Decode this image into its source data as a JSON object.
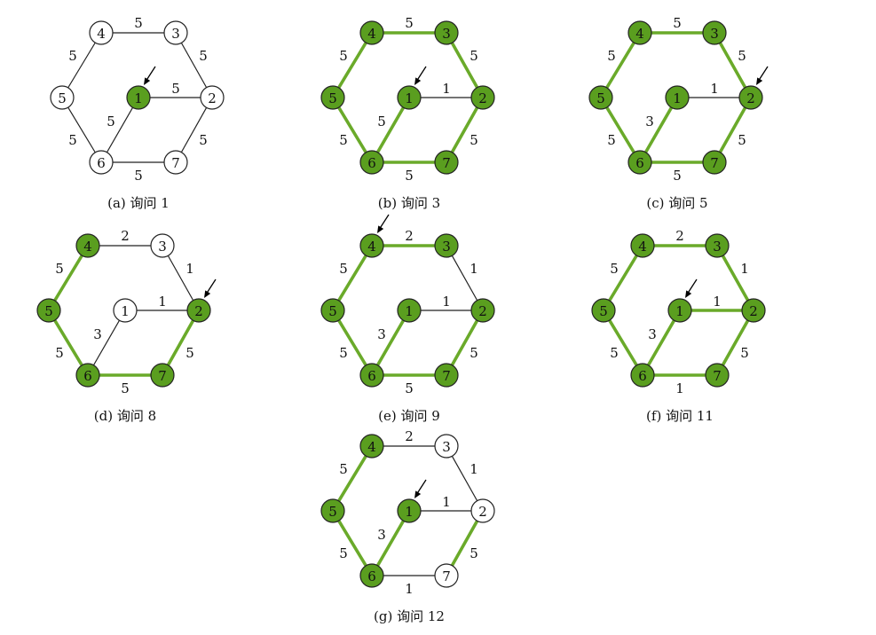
{
  "colors": {
    "green": "#5a9e1f",
    "edge_green": "#6aaa2a",
    "edge_black": "#222222",
    "node_stroke": "#222222",
    "white": "#ffffff"
  },
  "panels": [
    {
      "caption": "(a) 询问 1",
      "node_labels": [
        "1",
        "2",
        "3",
        "4",
        "5",
        "6",
        "7"
      ],
      "green_nodes": [
        "1"
      ],
      "arrow_node": "1",
      "edges": [
        {
          "id": "4-3",
          "weight": "5",
          "hl": false
        },
        {
          "id": "3-2",
          "weight": "5",
          "hl": false
        },
        {
          "id": "4-5",
          "weight": "5",
          "hl": false
        },
        {
          "id": "1-2",
          "weight": "5",
          "hl": false
        },
        {
          "id": "5-6",
          "weight": "5",
          "hl": false
        },
        {
          "id": "6-1",
          "weight": "5",
          "hl": false
        },
        {
          "id": "2-7",
          "weight": "5",
          "hl": false
        },
        {
          "id": "6-7",
          "weight": "5",
          "hl": false
        }
      ]
    },
    {
      "caption": "(b) 询问 3",
      "node_labels": [
        "1",
        "2",
        "3",
        "4",
        "5",
        "6",
        "7"
      ],
      "green_nodes": [
        "1",
        "2",
        "3",
        "4",
        "5",
        "6",
        "7"
      ],
      "arrow_node": "1",
      "edges": [
        {
          "id": "4-3",
          "weight": "5",
          "hl": true
        },
        {
          "id": "3-2",
          "weight": "5",
          "hl": true
        },
        {
          "id": "4-5",
          "weight": "5",
          "hl": true
        },
        {
          "id": "1-2",
          "weight": "1",
          "hl": false
        },
        {
          "id": "5-6",
          "weight": "5",
          "hl": true
        },
        {
          "id": "6-1",
          "weight": "5",
          "hl": true
        },
        {
          "id": "2-7",
          "weight": "5",
          "hl": true
        },
        {
          "id": "6-7",
          "weight": "5",
          "hl": true
        }
      ]
    },
    {
      "caption": "(c) 询问 5",
      "node_labels": [
        "1",
        "2",
        "3",
        "4",
        "5",
        "6",
        "7"
      ],
      "green_nodes": [
        "1",
        "2",
        "3",
        "4",
        "5",
        "6",
        "7"
      ],
      "arrow_node": "2",
      "edges": [
        {
          "id": "4-3",
          "weight": "5",
          "hl": true
        },
        {
          "id": "3-2",
          "weight": "5",
          "hl": true
        },
        {
          "id": "4-5",
          "weight": "5",
          "hl": true
        },
        {
          "id": "1-2",
          "weight": "1",
          "hl": false
        },
        {
          "id": "5-6",
          "weight": "5",
          "hl": true
        },
        {
          "id": "6-1",
          "weight": "3",
          "hl": true
        },
        {
          "id": "2-7",
          "weight": "5",
          "hl": true
        },
        {
          "id": "6-7",
          "weight": "5",
          "hl": true
        }
      ]
    },
    {
      "caption": "(d) 询问 8",
      "node_labels": [
        "1",
        "2",
        "3",
        "4",
        "5",
        "6",
        "7"
      ],
      "green_nodes": [
        "2",
        "4",
        "5",
        "6",
        "7"
      ],
      "arrow_node": "2",
      "edges": [
        {
          "id": "4-3",
          "weight": "2",
          "hl": false
        },
        {
          "id": "3-2",
          "weight": "1",
          "hl": false
        },
        {
          "id": "4-5",
          "weight": "5",
          "hl": true
        },
        {
          "id": "1-2",
          "weight": "1",
          "hl": false
        },
        {
          "id": "5-6",
          "weight": "5",
          "hl": true
        },
        {
          "id": "6-1",
          "weight": "3",
          "hl": false
        },
        {
          "id": "2-7",
          "weight": "5",
          "hl": true
        },
        {
          "id": "6-7",
          "weight": "5",
          "hl": true
        }
      ]
    },
    {
      "caption": "(e) 询问 9",
      "node_labels": [
        "1",
        "2",
        "3",
        "4",
        "5",
        "6",
        "7"
      ],
      "green_nodes": [
        "1",
        "2",
        "3",
        "4",
        "5",
        "6",
        "7"
      ],
      "arrow_node": "4",
      "edges": [
        {
          "id": "4-3",
          "weight": "2",
          "hl": true
        },
        {
          "id": "3-2",
          "weight": "1",
          "hl": false
        },
        {
          "id": "4-5",
          "weight": "5",
          "hl": true
        },
        {
          "id": "1-2",
          "weight": "1",
          "hl": false
        },
        {
          "id": "5-6",
          "weight": "5",
          "hl": true
        },
        {
          "id": "6-1",
          "weight": "3",
          "hl": true
        },
        {
          "id": "2-7",
          "weight": "5",
          "hl": true
        },
        {
          "id": "6-7",
          "weight": "5",
          "hl": true
        }
      ]
    },
    {
      "caption": "(f) 询问 11",
      "node_labels": [
        "1",
        "2",
        "3",
        "4",
        "5",
        "6",
        "7"
      ],
      "green_nodes": [
        "1",
        "2",
        "3",
        "4",
        "5",
        "6",
        "7"
      ],
      "arrow_node": "1",
      "edges": [
        {
          "id": "4-3",
          "weight": "2",
          "hl": true
        },
        {
          "id": "3-2",
          "weight": "1",
          "hl": true
        },
        {
          "id": "4-5",
          "weight": "5",
          "hl": true
        },
        {
          "id": "1-2",
          "weight": "1",
          "hl": true
        },
        {
          "id": "5-6",
          "weight": "5",
          "hl": true
        },
        {
          "id": "6-1",
          "weight": "3",
          "hl": true
        },
        {
          "id": "2-7",
          "weight": "5",
          "hl": true
        },
        {
          "id": "6-7",
          "weight": "1",
          "hl": true
        }
      ]
    },
    {
      "caption": "(g) 询问 12",
      "node_labels": [
        "1",
        "2",
        "3",
        "4",
        "5",
        "6",
        "7"
      ],
      "green_nodes": [
        "1",
        "4",
        "5",
        "6"
      ],
      "arrow_node": "1",
      "edges": [
        {
          "id": "4-3",
          "weight": "2",
          "hl": false
        },
        {
          "id": "3-2",
          "weight": "1",
          "hl": false
        },
        {
          "id": "4-5",
          "weight": "5",
          "hl": true
        },
        {
          "id": "1-2",
          "weight": "1",
          "hl": false
        },
        {
          "id": "5-6",
          "weight": "5",
          "hl": true
        },
        {
          "id": "6-1",
          "weight": "3",
          "hl": true
        },
        {
          "id": "2-7",
          "weight": "5",
          "hl": true
        },
        {
          "id": "6-7",
          "weight": "1",
          "hl": false
        }
      ]
    }
  ]
}
